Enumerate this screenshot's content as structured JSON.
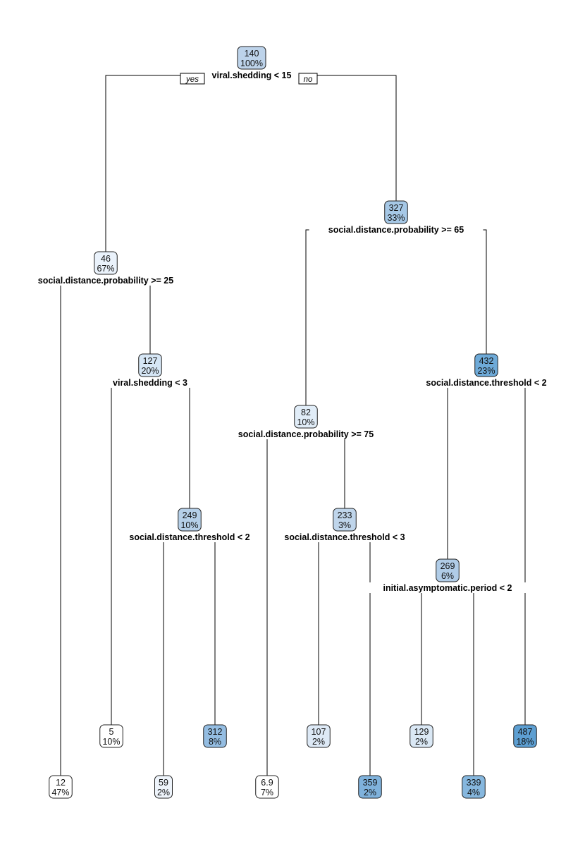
{
  "tree": {
    "yes_label": "yes",
    "no_label": "no",
    "nodes": [
      {
        "id": "n1",
        "value": "140",
        "percent": "100%",
        "split": "viral.shedding < 15",
        "fill": "#bdd3ea"
      },
      {
        "id": "n2",
        "value": "46",
        "percent": "67%",
        "split": "social.distance.probability >= 25",
        "fill": "#eaf2fb"
      },
      {
        "id": "n3",
        "value": "327",
        "percent": "33%",
        "split": "social.distance.probability >= 65",
        "fill": "#a6c8e6"
      },
      {
        "id": "n4",
        "value": "12",
        "percent": "47%",
        "split": "",
        "fill": "#ffffff"
      },
      {
        "id": "n5",
        "value": "127",
        "percent": "20%",
        "split": "viral.shedding < 3",
        "fill": "#d6e6f5"
      },
      {
        "id": "n6",
        "value": "82",
        "percent": "10%",
        "split": "social.distance.probability >= 75",
        "fill": "#e1edf8"
      },
      {
        "id": "n7",
        "value": "432",
        "percent": "23%",
        "split": "social.distance.threshold < 2",
        "fill": "#6eaad8"
      },
      {
        "id": "n8",
        "value": "5",
        "percent": "10%",
        "split": "",
        "fill": "#ffffff"
      },
      {
        "id": "n9",
        "value": "249",
        "percent": "10%",
        "split": "social.distance.threshold < 2",
        "fill": "#b5cfe8"
      },
      {
        "id": "n10",
        "value": "6.9",
        "percent": "7%",
        "split": "",
        "fill": "#ffffff"
      },
      {
        "id": "n11",
        "value": "233",
        "percent": "3%",
        "split": "social.distance.threshold < 3",
        "fill": "#bfd5eb"
      },
      {
        "id": "n12",
        "value": "269",
        "percent": "6%",
        "split": "initial.asymptomatic.period < 2",
        "fill": "#b0cce7"
      },
      {
        "id": "n13",
        "value": "487",
        "percent": "18%",
        "split": "",
        "fill": "#5d9fd2"
      },
      {
        "id": "n14",
        "value": "59",
        "percent": "2%",
        "split": "",
        "fill": "#eef4fb"
      },
      {
        "id": "n15",
        "value": "312",
        "percent": "8%",
        "split": "",
        "fill": "#94bde2"
      },
      {
        "id": "n16",
        "value": "107",
        "percent": "2%",
        "split": "",
        "fill": "#dde9f6"
      },
      {
        "id": "n17",
        "value": "359",
        "percent": "2%",
        "split": "",
        "fill": "#7fb2dc"
      },
      {
        "id": "n18",
        "value": "129",
        "percent": "2%",
        "split": "",
        "fill": "#dae8f5"
      },
      {
        "id": "n19",
        "value": "339",
        "percent": "4%",
        "split": "",
        "fill": "#86b7de"
      }
    ],
    "edges": [
      [
        "n1",
        "n2"
      ],
      [
        "n1",
        "n3"
      ],
      [
        "n2",
        "n4"
      ],
      [
        "n2",
        "n5"
      ],
      [
        "n3",
        "n6"
      ],
      [
        "n3",
        "n7"
      ],
      [
        "n5",
        "n8"
      ],
      [
        "n5",
        "n9"
      ],
      [
        "n6",
        "n10"
      ],
      [
        "n6",
        "n11"
      ],
      [
        "n7",
        "n12"
      ],
      [
        "n7",
        "n13"
      ],
      [
        "n9",
        "n14"
      ],
      [
        "n9",
        "n15"
      ],
      [
        "n11",
        "n16"
      ],
      [
        "n11",
        "n17"
      ],
      [
        "n12",
        "n18"
      ],
      [
        "n12",
        "n19"
      ]
    ]
  }
}
